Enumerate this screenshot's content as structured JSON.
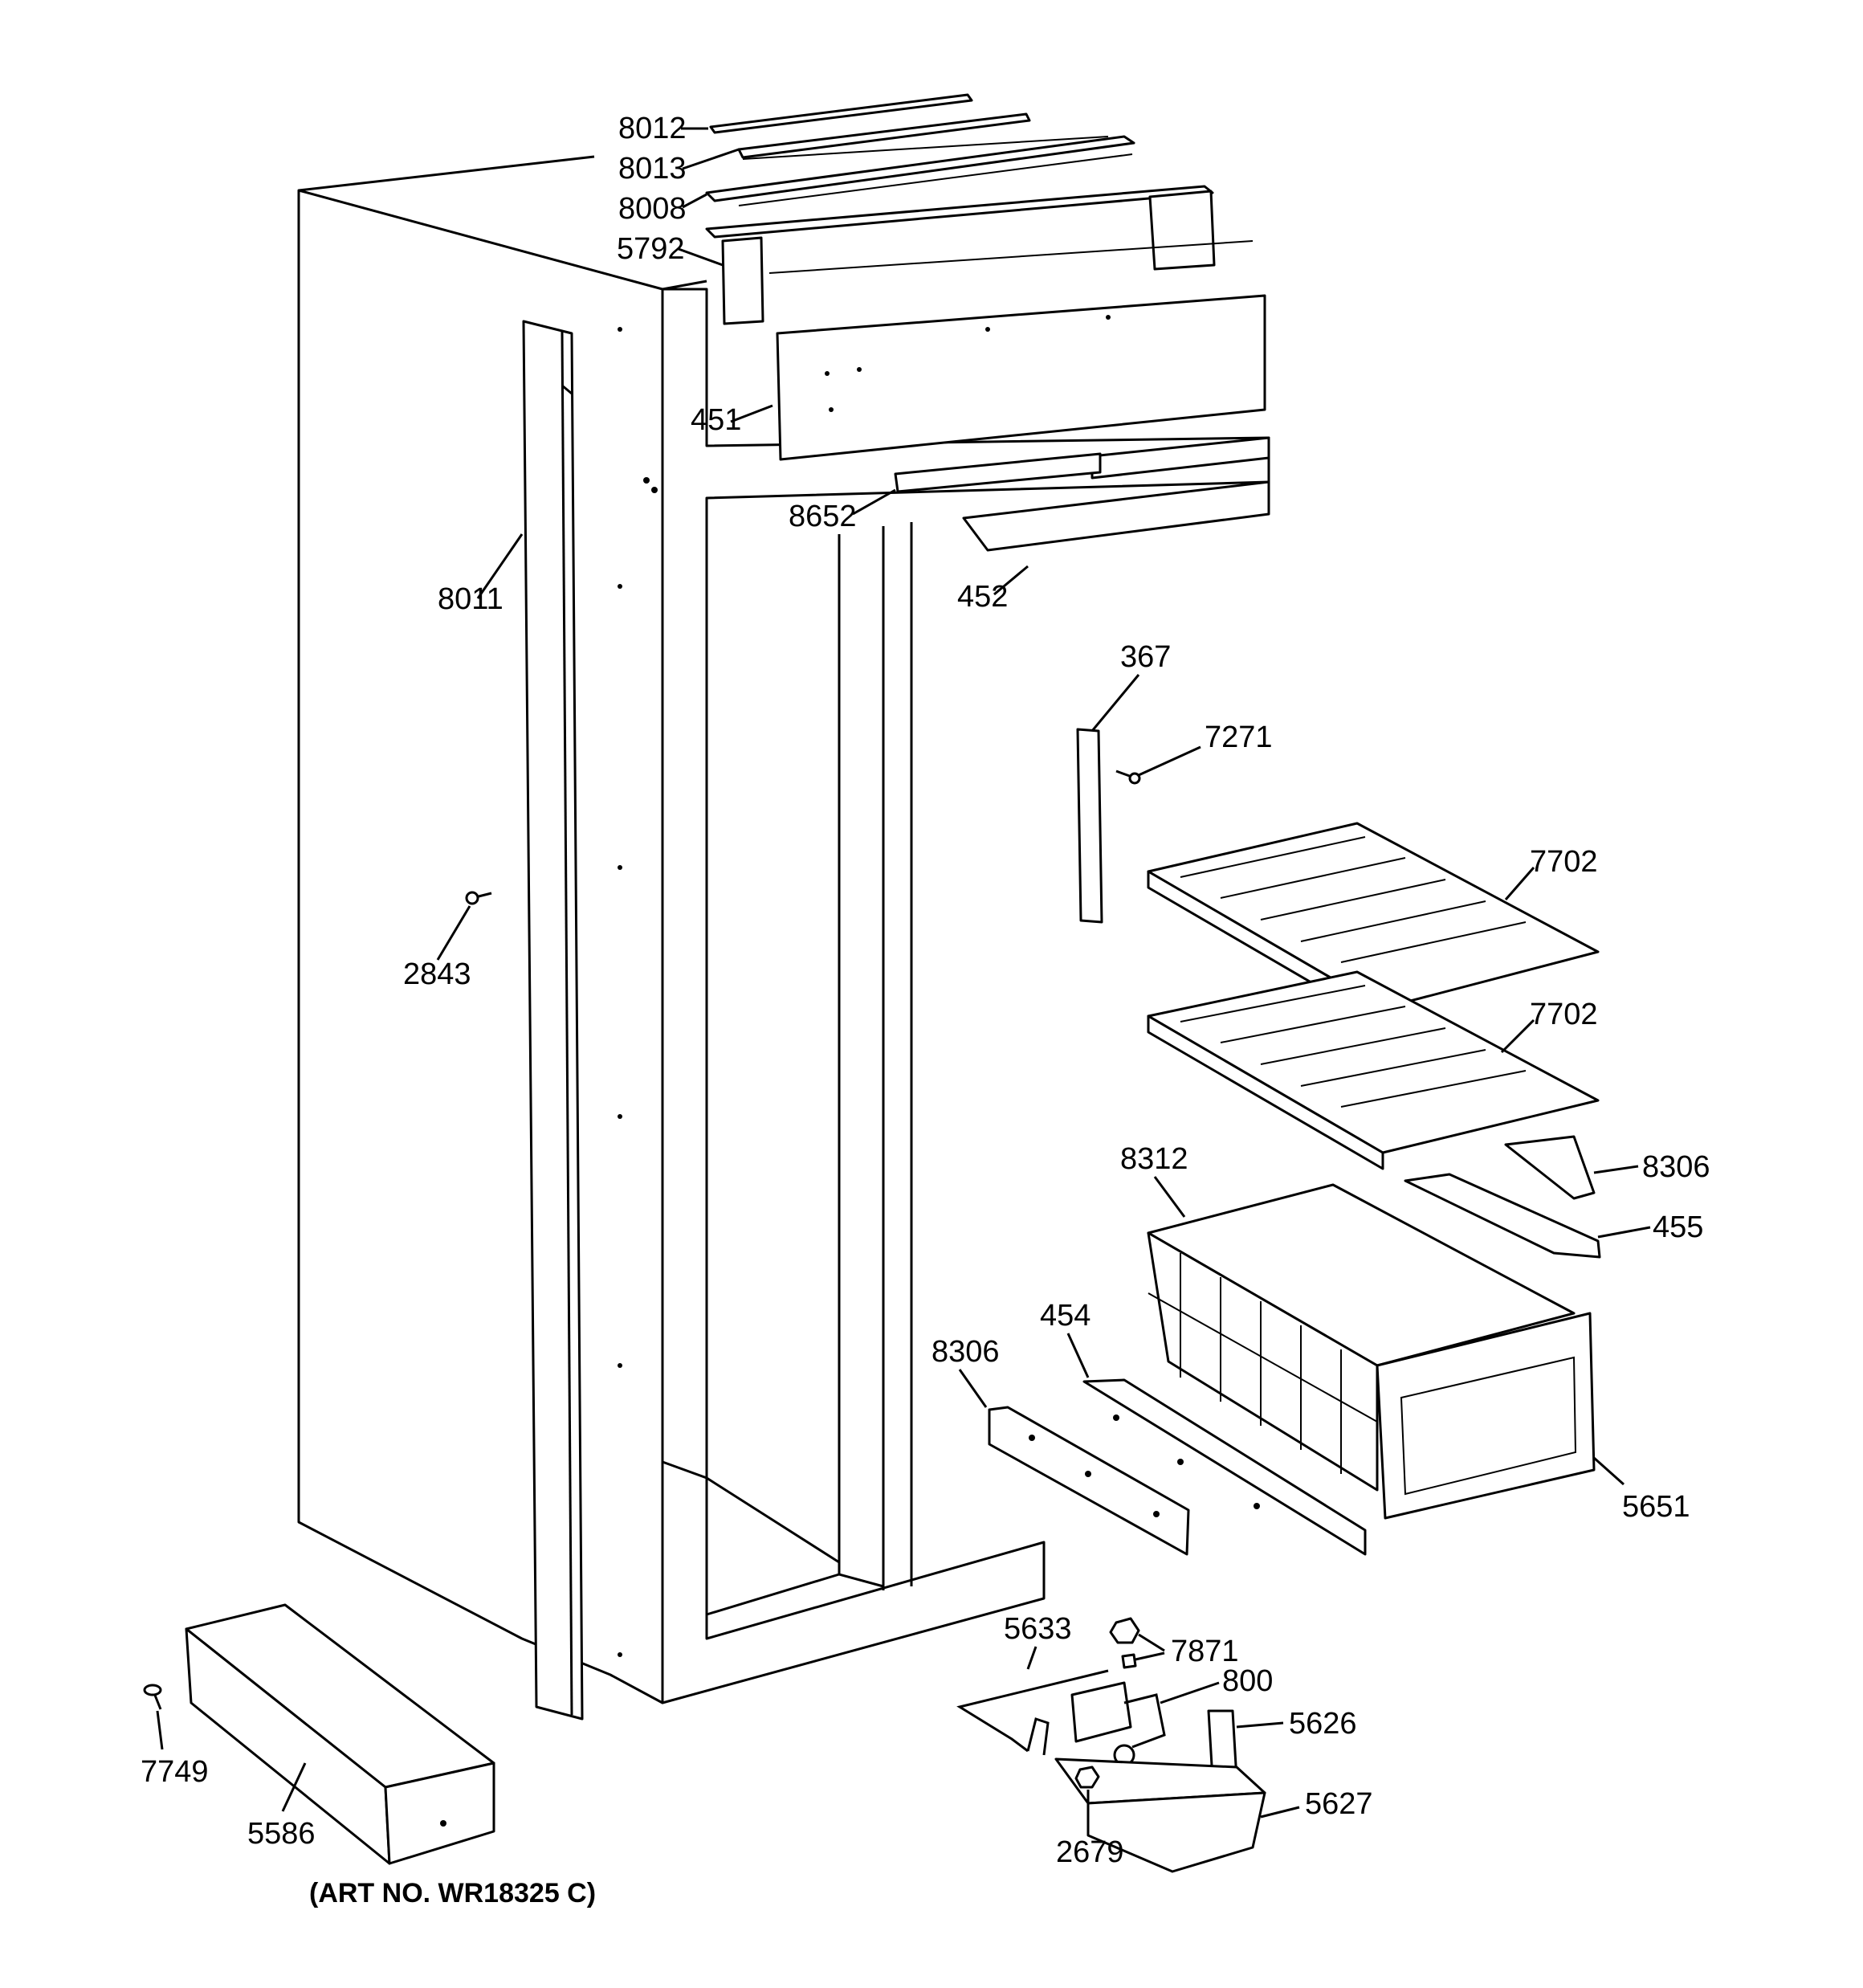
{
  "callouts": {
    "c8012": "8012",
    "c8013": "8013",
    "c8008": "8008",
    "c5792": "5792",
    "c451": "451",
    "c8652": "8652",
    "c452": "452",
    "c8011": "8011",
    "c367": "367",
    "c7271": "7271",
    "c7702a": "7702",
    "c7702b": "7702",
    "c2843": "2843",
    "c8312": "8312",
    "c8306a": "8306",
    "c455": "455",
    "c454": "454",
    "c8306b": "8306",
    "c5651": "5651",
    "c5633": "5633",
    "c7871": "7871",
    "c800": "800",
    "c5626": "5626",
    "c5627": "5627",
    "c2679": "2679",
    "c7749": "7749",
    "c5586": "5586"
  },
  "art_number": "(ART NO. WR18325 C)"
}
